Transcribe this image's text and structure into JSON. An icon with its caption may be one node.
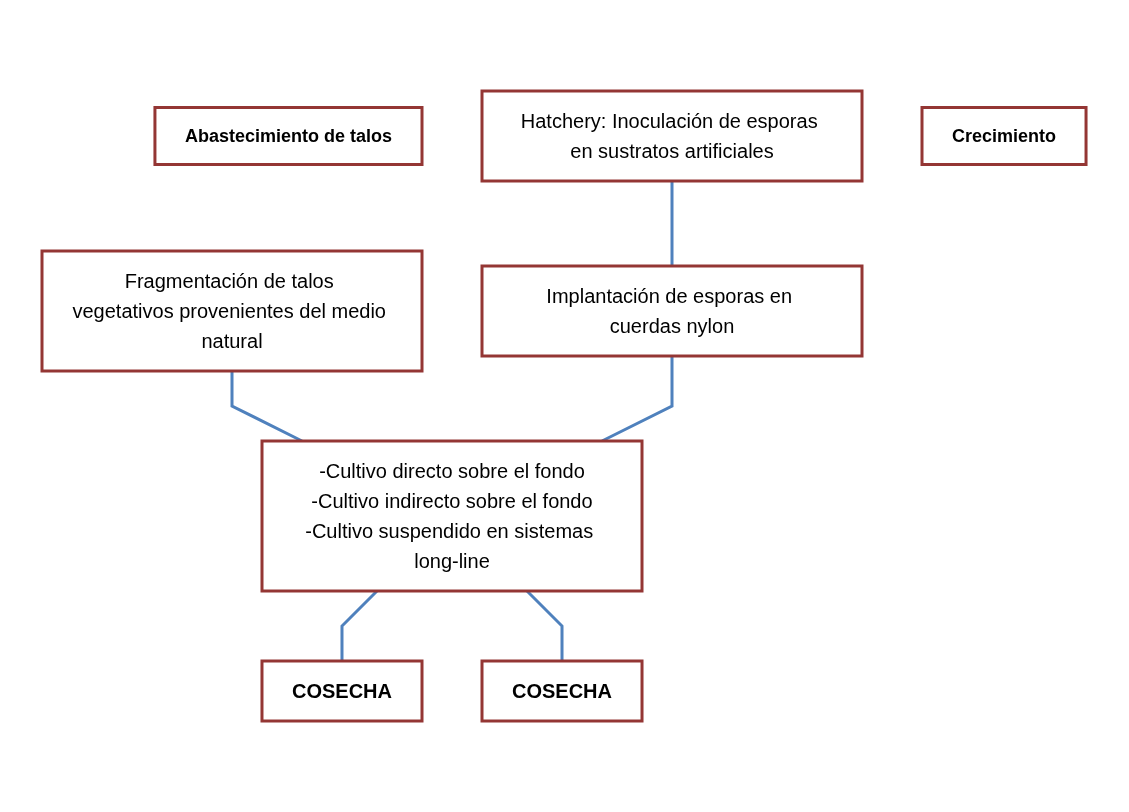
{
  "diagram": {
    "nodes": [
      {
        "text": [
          "Abastecimiento de talos"
        ]
      },
      {
        "text": [
          "Fragmentación de talos vegetativos provenientes del medio natural"
        ]
      },
      {
        "text": [
          "Hatchery: Inoculación de esporas en sustratos artificiales"
        ]
      },
      {
        "text": [
          "Implantación de esporas en cuerdas nylon"
        ]
      },
      {
        "text": [
          "Crecimiento"
        ]
      },
      {
        "text": [
          "-Cultivo directo sobre el fondo",
          "-Cultivo indirecto sobre el fondo",
          "-Cultivo suspendido en sistemas long-line"
        ]
      },
      {
        "text": [
          "COSECHA"
        ]
      },
      {
        "text": [
          "COSECHA"
        ]
      }
    ],
    "edges": [
      {
        "from": 1,
        "to": 5,
        "arrow": "none"
      },
      {
        "from": 2,
        "to": 3,
        "arrow": "none"
      },
      {
        "from": 3,
        "to": 5,
        "arrow": "none"
      },
      {
        "from": 5,
        "to": 6,
        "arrow": "none"
      },
      {
        "from": 5,
        "to": 7,
        "arrow": "none"
      }
    ]
  }
}
